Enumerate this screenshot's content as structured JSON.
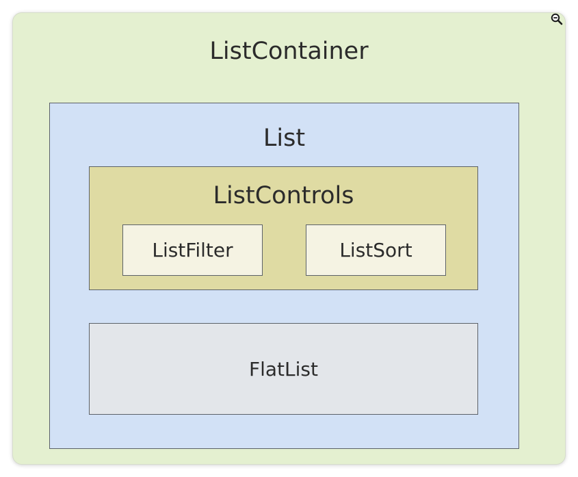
{
  "diagram": {
    "list_container": {
      "label": "ListContainer"
    },
    "list": {
      "label": "List"
    },
    "list_controls": {
      "label": "ListControls"
    },
    "list_filter": {
      "label": "ListFilter"
    },
    "list_sort": {
      "label": "ListSort"
    },
    "flat_list": {
      "label": "FlatList"
    }
  },
  "icons": {
    "zoom": "zoom-out-icon"
  },
  "colors": {
    "list_container_bg": "#e4f0d0",
    "list_bg": "#d2e1f6",
    "list_controls_bg": "#dfdba3",
    "leaf_bg": "#f5f3e3",
    "flat_list_bg": "#e3e6ea"
  }
}
